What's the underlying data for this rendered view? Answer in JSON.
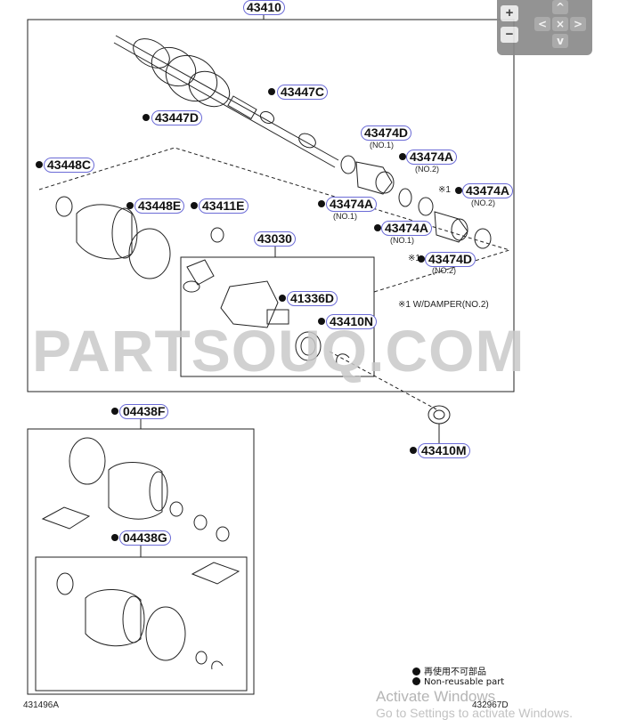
{
  "diagram": {
    "main_assembly": "43410",
    "callouts": [
      {
        "id": "c43410",
        "text": "43410"
      },
      {
        "id": "c43447C",
        "text": "43447C"
      },
      {
        "id": "c43447D",
        "text": "43447D"
      },
      {
        "id": "c43474D_1",
        "text": "43474D",
        "sub": "(NO.1)"
      },
      {
        "id": "c43474A_2",
        "text": "43474A",
        "sub": "(NO.2)"
      },
      {
        "id": "c43474A_n2",
        "text": "43474A",
        "sub": "(NO.2)"
      },
      {
        "id": "c43448C",
        "text": "43448C"
      },
      {
        "id": "c43448E",
        "text": "43448E"
      },
      {
        "id": "c43411E",
        "text": "43411E"
      },
      {
        "id": "c43474A_1a",
        "text": "43474A",
        "sub": "(NO.1)"
      },
      {
        "id": "c43474A_1b",
        "text": "43474A",
        "sub": "(NO.1)"
      },
      {
        "id": "c43474D_2",
        "text": "43474D",
        "sub": "(NO.2)"
      },
      {
        "id": "c43030",
        "text": "43030"
      },
      {
        "id": "c41336D",
        "text": "41336D"
      },
      {
        "id": "c43410N",
        "text": "43410N"
      },
      {
        "id": "c43410M",
        "text": "43410M"
      },
      {
        "id": "c04438F",
        "text": "04438F"
      },
      {
        "id": "c04438G",
        "text": "04438G"
      }
    ],
    "marks": {
      "star1": "※1",
      "star1_note": "※1 W/DAMPER(NO.2)"
    },
    "watermark": "PARTSOUQ.COM",
    "legend": [
      {
        "text": "再使用不可部品"
      },
      {
        "text": "Non-reusable part"
      }
    ],
    "codes": {
      "left": "431496A",
      "right": "432967D"
    },
    "os_overlay": {
      "line1": "Activate Windows",
      "line2": "Go to Settings to activate Windows."
    }
  },
  "zoom": {
    "zoom_in": "+",
    "zoom_out": "−",
    "up": "^",
    "down": "v",
    "left": "<",
    "right": ">",
    "reset": "×"
  },
  "colors": {
    "callout_border": "#6b6bd6",
    "line": "#222222",
    "watermark": "#c9c9c9"
  }
}
